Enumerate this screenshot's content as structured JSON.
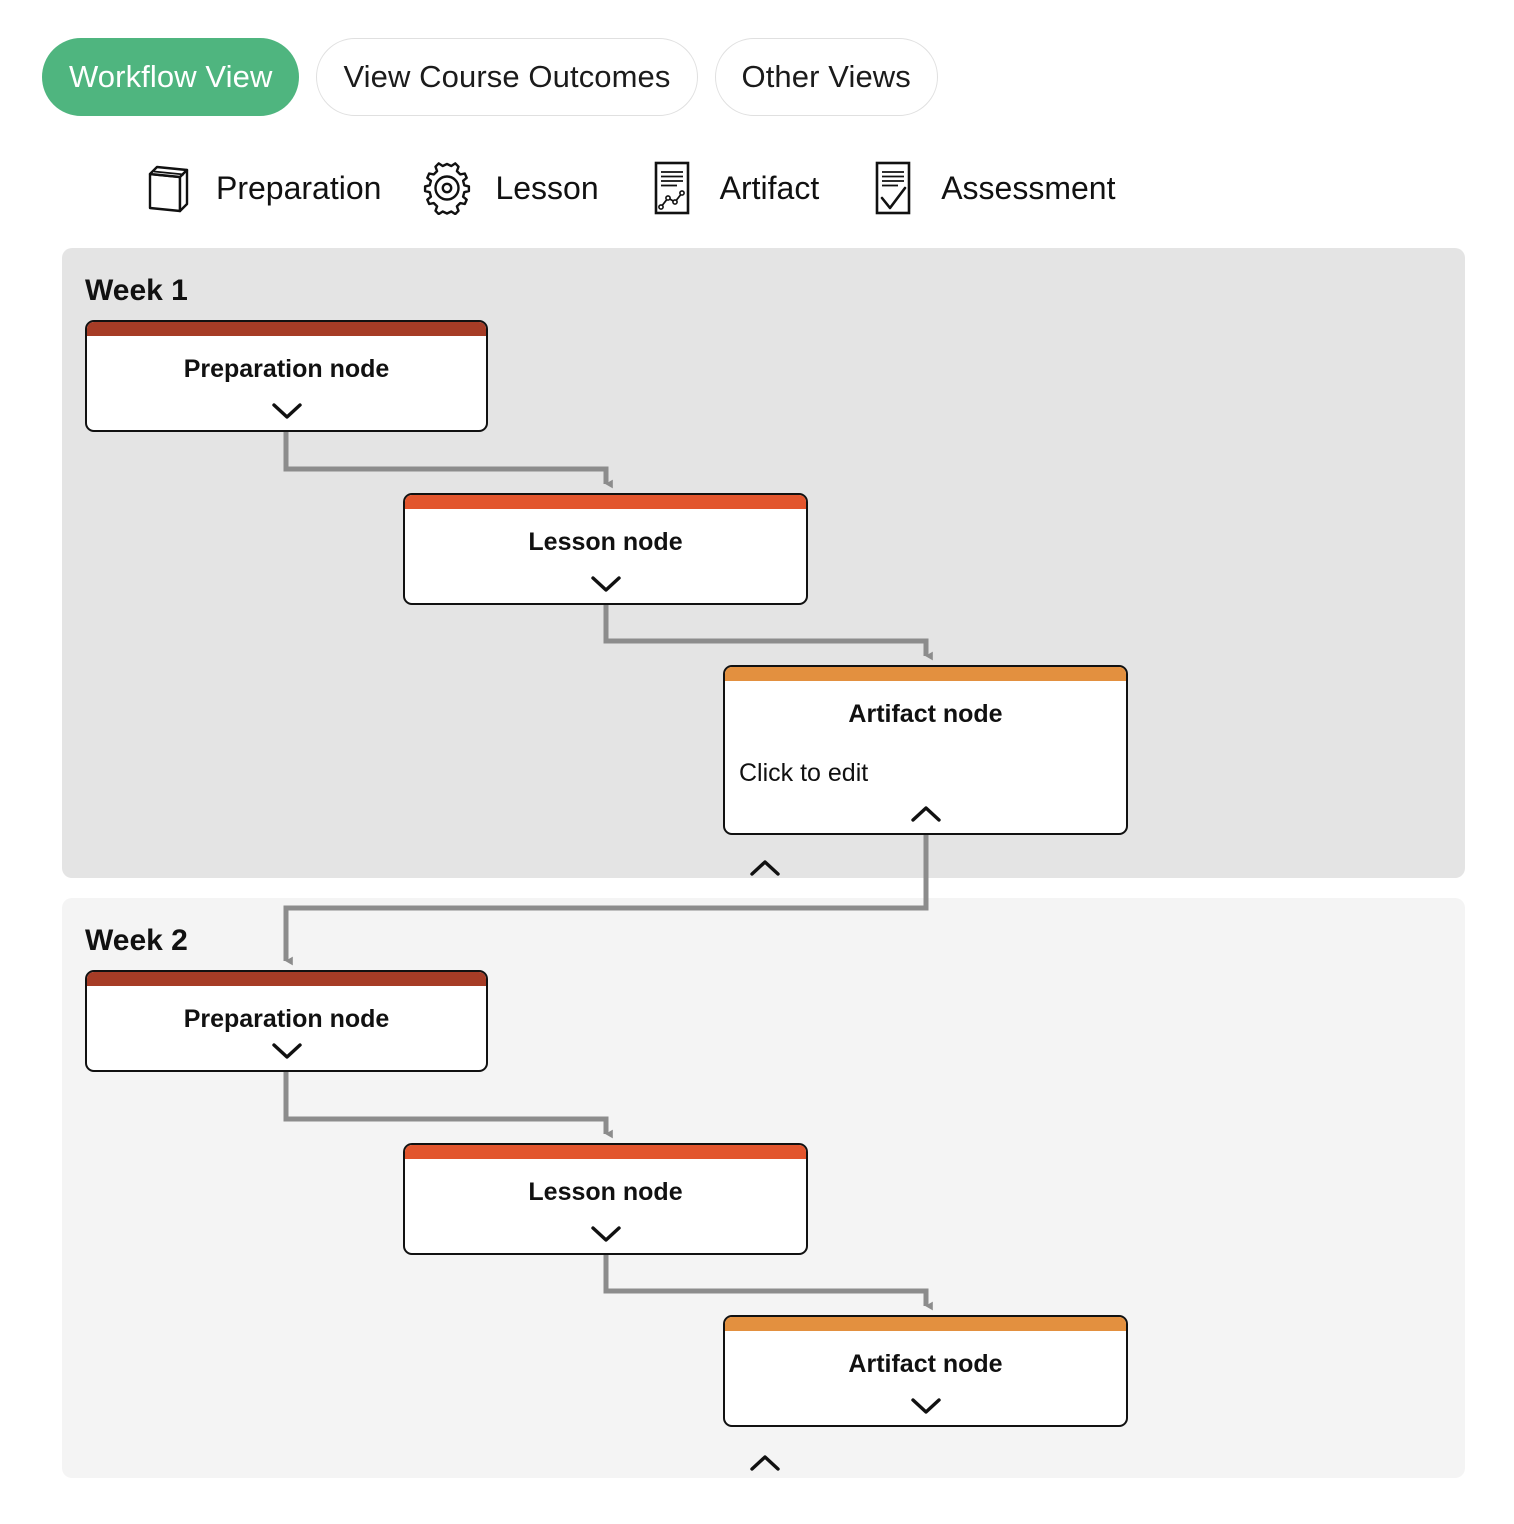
{
  "view_tabs": [
    {
      "label": "Workflow View",
      "active": true,
      "name": "tab-workflow-view"
    },
    {
      "label": "View Course Outcomes",
      "active": false,
      "name": "tab-view-course-outcomes"
    },
    {
      "label": "Other Views",
      "active": false,
      "name": "tab-other-views"
    }
  ],
  "legend": [
    {
      "label": "Preparation",
      "icon": "book-icon"
    },
    {
      "label": "Lesson",
      "icon": "gear-icon"
    },
    {
      "label": "Artifact",
      "icon": "document-chart-icon"
    },
    {
      "label": "Assessment",
      "icon": "document-check-icon"
    }
  ],
  "colors": {
    "accent_green": "#4fb57f",
    "preparation_bar": "#a63c26",
    "lesson_bar": "#e2552d",
    "artifact_bar": "#e3903f",
    "week1_background": "#e4e4e4",
    "week2_background": "#f4f4f4",
    "connector": "#8c8c8c"
  },
  "weeks": [
    {
      "title": "Week 1",
      "nodes": [
        {
          "title": "Preparation node",
          "type": "preparation",
          "body": "",
          "chevron": "down"
        },
        {
          "title": "Lesson node",
          "type": "lesson",
          "body": "",
          "chevron": "down"
        },
        {
          "title": "Artifact node",
          "type": "artifact",
          "body": "Click to edit",
          "chevron": "up"
        }
      ],
      "footer_chevron": "up"
    },
    {
      "title": "Week 2",
      "nodes": [
        {
          "title": "Preparation node",
          "type": "preparation",
          "body": "",
          "chevron": "down"
        },
        {
          "title": "Lesson node",
          "type": "lesson",
          "body": "",
          "chevron": "down"
        },
        {
          "title": "Artifact node",
          "type": "artifact",
          "body": "",
          "chevron": "down"
        }
      ],
      "footer_chevron": "up"
    }
  ]
}
